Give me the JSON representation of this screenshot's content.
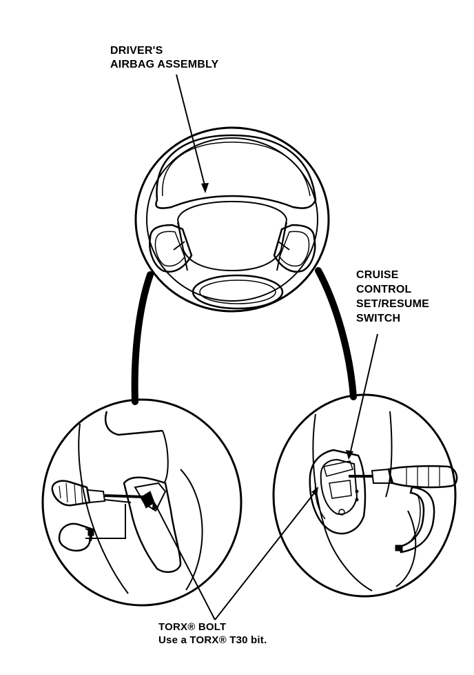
{
  "labels": {
    "airbag_line1": "DRIVER'S",
    "airbag_line2": "AIRBAG ASSEMBLY",
    "cruise_line1": "CRUISE",
    "cruise_line2": "CONTROL",
    "cruise_line3": "SET/RESUME",
    "cruise_line4": "SWITCH",
    "torx_line1": "TORX® BOLT",
    "torx_line2": "Use a TORX® T30 bit."
  },
  "colors": {
    "ink": "#000000",
    "paper": "#ffffff"
  }
}
